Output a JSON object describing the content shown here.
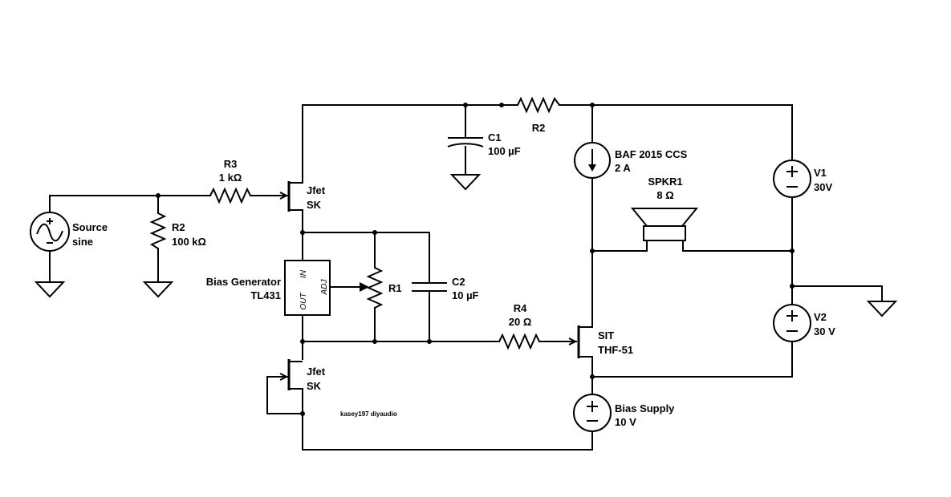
{
  "components": {
    "source": {
      "name": "Source",
      "value": "sine"
    },
    "r2_input": {
      "name": "R2",
      "value": "100 kΩ"
    },
    "r3": {
      "name": "R3",
      "value": "1 kΩ"
    },
    "jfet_top": {
      "name": "Jfet",
      "value": "SK"
    },
    "jfet_bottom": {
      "name": "Jfet",
      "value": "SK"
    },
    "bias_generator": {
      "name": "Bias Generator",
      "value": "TL431",
      "pin_in": "IN",
      "pin_adj": "ADJ",
      "pin_out": "OUT"
    },
    "r1": {
      "name": "R1"
    },
    "c2": {
      "name": "C2",
      "value": "10 µF"
    },
    "c1": {
      "name": "C1",
      "value": "100 µF"
    },
    "r2_feedback": {
      "name": "R2"
    },
    "ccs": {
      "name": "BAF 2015 CCS",
      "value": "2 A"
    },
    "speaker": {
      "name": "SPKR1",
      "value": "8 Ω"
    },
    "v1": {
      "name": "V1",
      "value": "30V"
    },
    "v2": {
      "name": "V2",
      "value": "30 V"
    },
    "r4": {
      "name": "R4",
      "value": "20 Ω"
    },
    "sit": {
      "name": "SIT",
      "value": "THF-51"
    },
    "bias_supply": {
      "name": "Bias Supply",
      "value": "10 V"
    }
  },
  "credit": "kasey197 diyaudio"
}
